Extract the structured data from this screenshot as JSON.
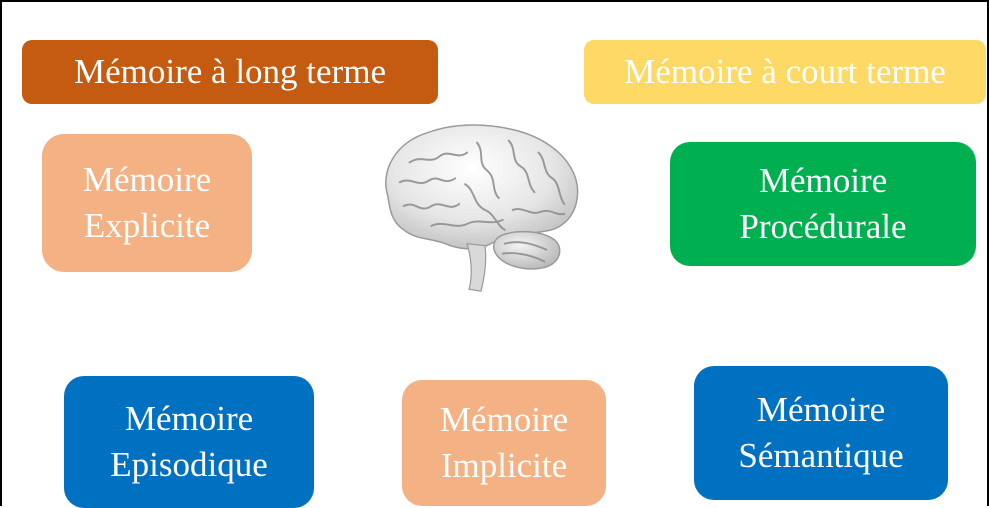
{
  "colors": {
    "long_term": "#c55a11",
    "short_term": "#ffd966",
    "explicit": "#f4b183",
    "procedural": "#00b050",
    "episodic": "#0070c0",
    "implicit": "#f4b183",
    "semantic": "#0070c0"
  },
  "boxes": {
    "long_term": {
      "lines": [
        "Mémoire à long terme"
      ]
    },
    "short_term": {
      "lines": [
        "Mémoire à court terme"
      ]
    },
    "explicit": {
      "lines": [
        "Mémoire",
        "Explicite"
      ]
    },
    "procedural": {
      "lines": [
        "Mémoire",
        "Procédurale"
      ]
    },
    "episodic": {
      "lines": [
        "Mémoire",
        "Episodique"
      ]
    },
    "implicit": {
      "lines": [
        "Mémoire",
        "Implicite"
      ]
    },
    "semantic": {
      "lines": [
        "Mémoire",
        "Sémantique"
      ]
    }
  },
  "icons": {
    "center": "brain-icon"
  }
}
